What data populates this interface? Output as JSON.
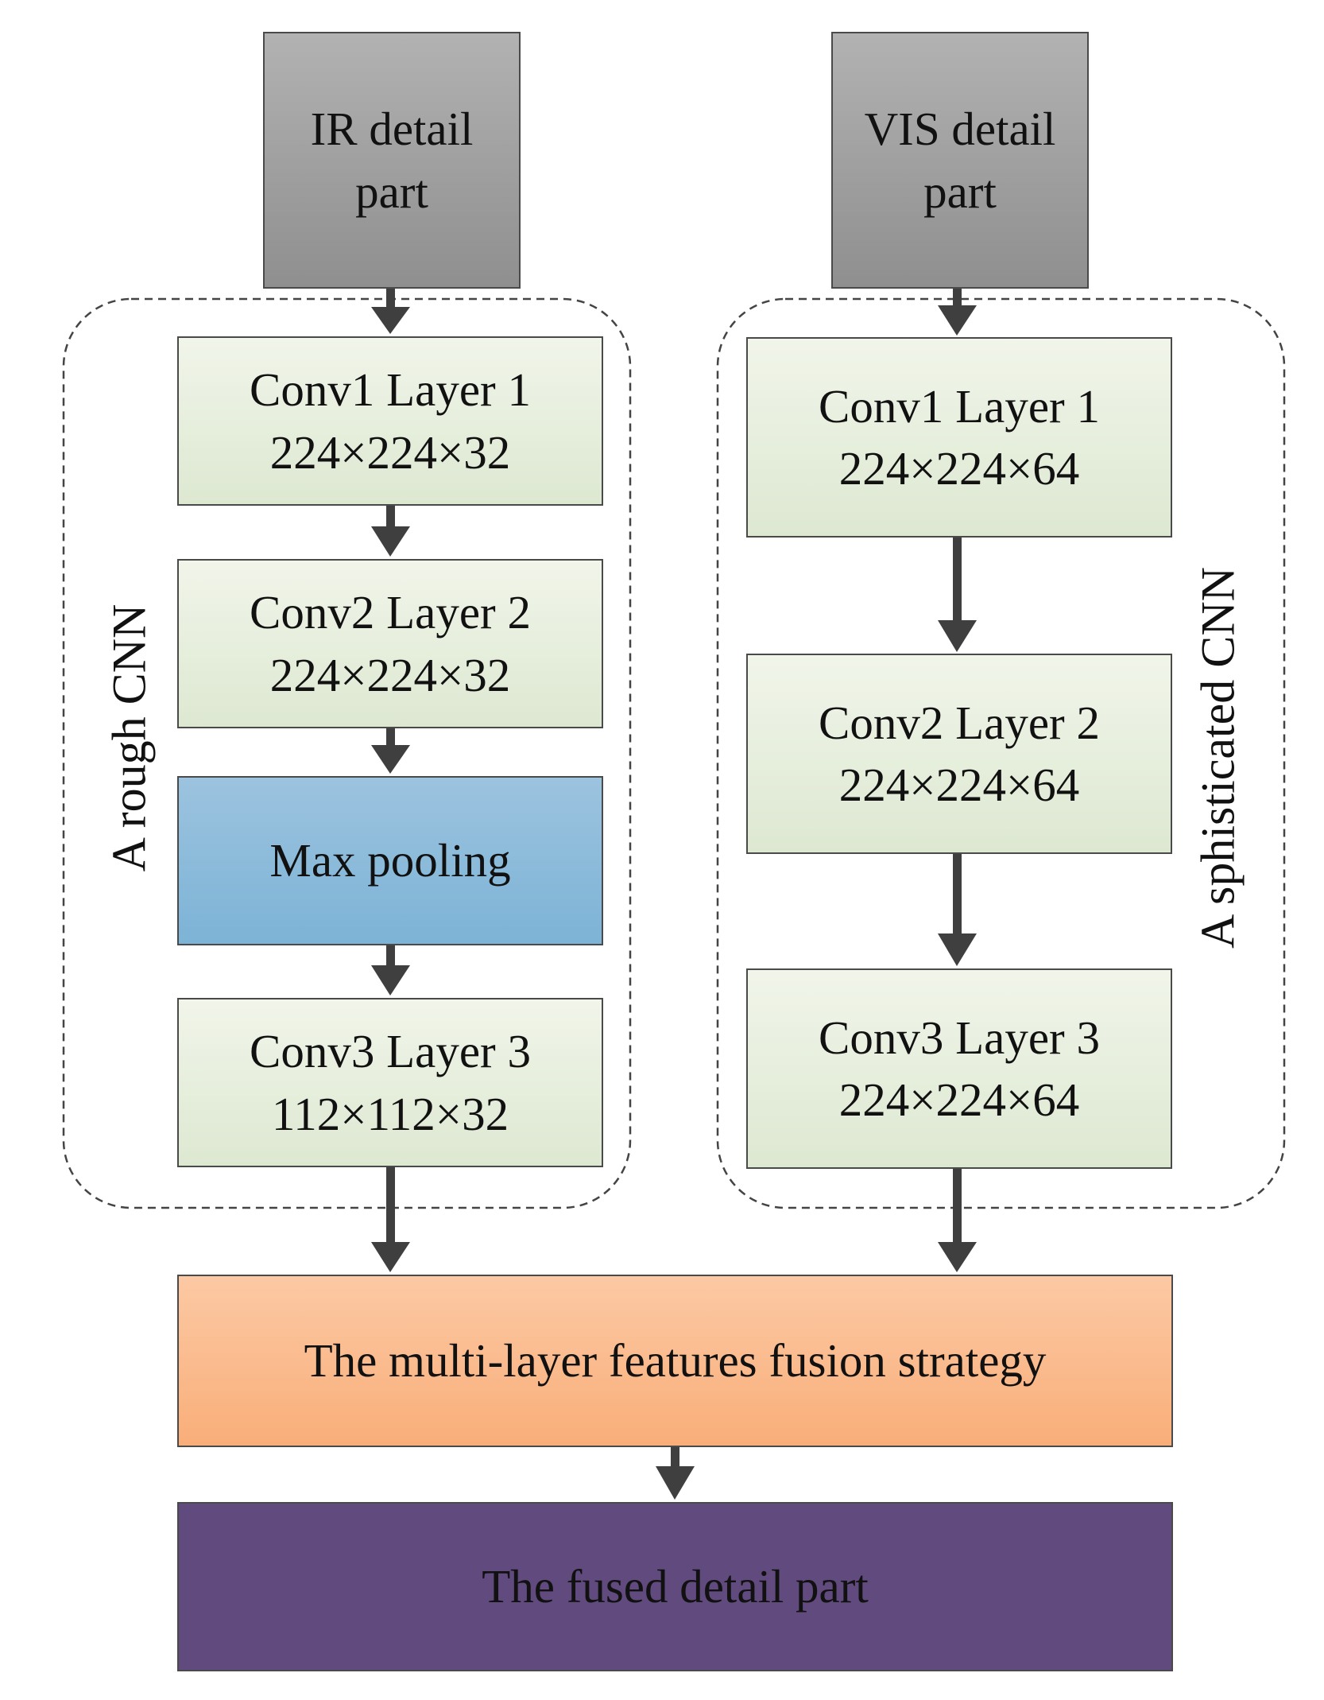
{
  "inputs": {
    "ir": [
      "IR detail",
      "part"
    ],
    "vis": [
      "VIS detail",
      "part"
    ]
  },
  "rough_cnn": {
    "label": "A rough CNN",
    "conv1": [
      "Conv1 Layer 1",
      "224×224×32"
    ],
    "conv2": [
      "Conv2 Layer 2",
      "224×224×32"
    ],
    "pool": "Max pooling",
    "conv3": [
      "Conv3 Layer 3",
      "112×112×32"
    ]
  },
  "soph_cnn": {
    "label": "A sphisticated CNN",
    "conv1": [
      "Conv1 Layer 1",
      "224×224×64"
    ],
    "conv2": [
      "Conv2 Layer 2",
      "224×224×64"
    ],
    "conv3": [
      "Conv3 Layer 3",
      "224×224×64"
    ]
  },
  "fusion": "The multi-layer features fusion strategy",
  "output": "The fused detail part",
  "colors": {
    "input": "#9e9e9e",
    "conv": "#e4ecda",
    "pool": "#88b9da",
    "fusion": "#fbb987",
    "output": "#604a7e",
    "arrow": "#3f3f3f"
  }
}
